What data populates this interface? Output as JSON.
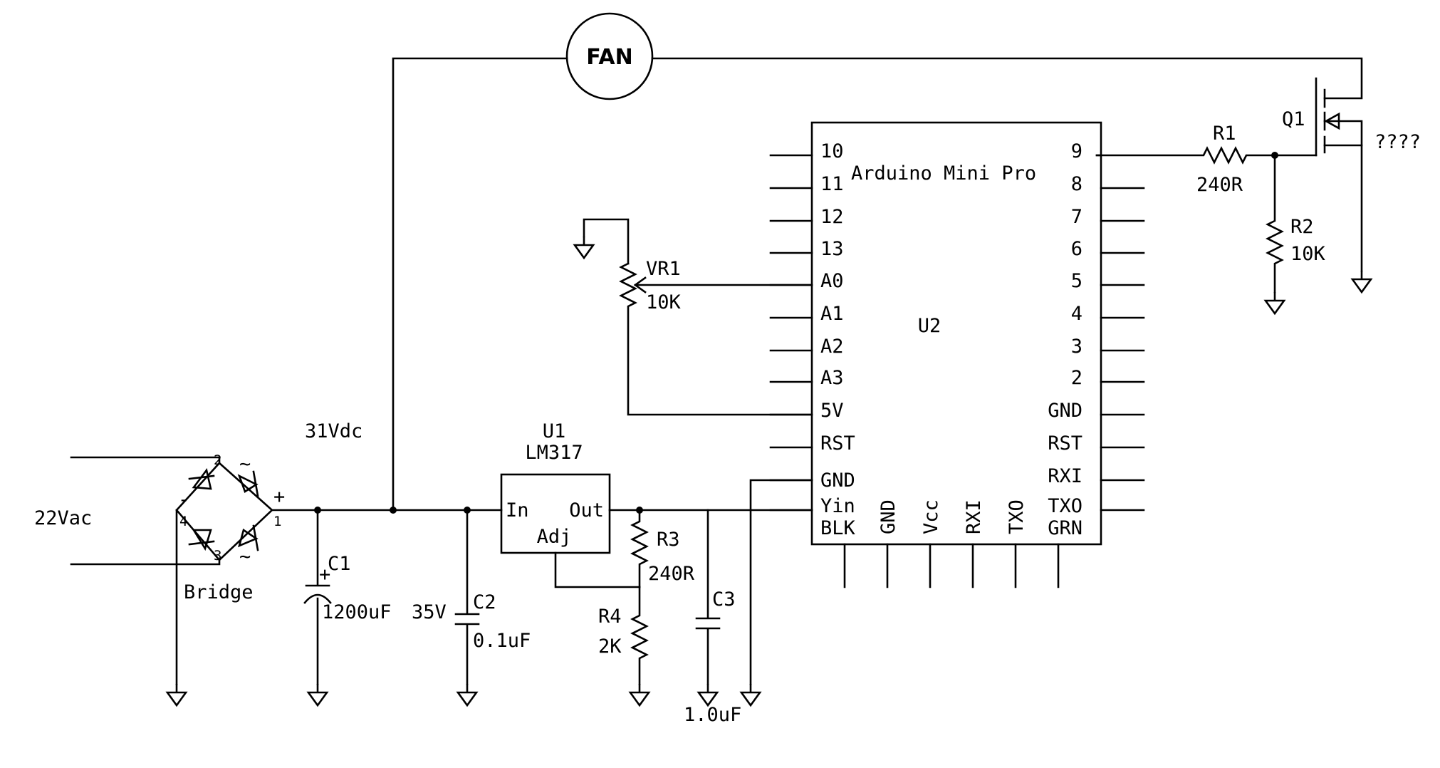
{
  "components": {
    "fan": {
      "label": "FAN"
    },
    "q1": {
      "ref": "Q1",
      "note": "????"
    },
    "r1": {
      "ref": "R1",
      "value": "240R"
    },
    "r2": {
      "ref": "R2",
      "value": "10K"
    },
    "vr1": {
      "ref": "VR1",
      "value": "10K"
    },
    "u2": {
      "ref": "U2",
      "name": "Arduino Mini Pro",
      "left_pins": [
        "10",
        "11",
        "12",
        "13",
        "A0",
        "A1",
        "A2",
        "A3",
        "5V",
        "RST",
        "GND",
        "Yin"
      ],
      "right_pins": [
        "9",
        "8",
        "7",
        "6",
        "5",
        "4",
        "3",
        "2",
        "GND",
        "RST",
        "RXI",
        "TXO"
      ],
      "bottom_left": "BLK",
      "bottom_right": "GRN",
      "bottom_pins": [
        "GND",
        "Vcc",
        "RXI",
        "TXO"
      ]
    },
    "u1": {
      "ref": "U1",
      "part": "LM317",
      "in": "In",
      "out": "Out",
      "adj": "Adj"
    },
    "r3": {
      "ref": "R3",
      "value": "240R"
    },
    "r4": {
      "ref": "R4",
      "value": "2K"
    },
    "c1": {
      "ref": "C1",
      "value": "1200uF",
      "voltage": "35V",
      "plus": "+"
    },
    "c2": {
      "ref": "C2",
      "value": "0.1uF"
    },
    "c3": {
      "ref": "C3",
      "value": "1.0uF"
    },
    "bridge": {
      "label": "Bridge",
      "pin1": "1",
      "pin2": "2",
      "pin3": "3",
      "pin4": "4",
      "plus": "+",
      "minus": "-",
      "ac_top": "~",
      "ac_bottom": "~"
    }
  },
  "nets": {
    "supply": "31Vdc",
    "ac_input": "22Vac"
  }
}
